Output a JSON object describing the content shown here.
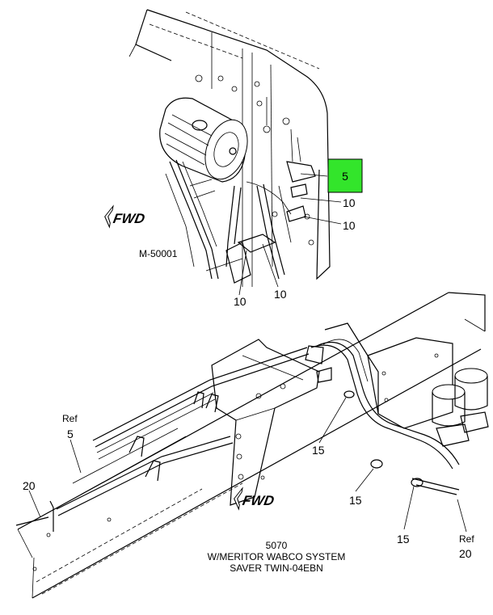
{
  "upper_view": {
    "highlight_callout": "5",
    "highlight_color": "#33e52b",
    "callouts": [
      "10",
      "10",
      "10",
      "10"
    ],
    "direction_label": "FWD",
    "view_id": "M-50001"
  },
  "lower_view": {
    "direction_label": "FWD",
    "ref_top": {
      "ref": "Ref",
      "number": "5"
    },
    "ref_bottom": {
      "ref": "Ref",
      "number": "20"
    },
    "callouts": [
      "20",
      "15",
      "15",
      "15"
    ]
  },
  "caption": {
    "line1": "5070",
    "line2": "W/MERITOR WABCO SYSTEM",
    "line3": "SAVER TWIN-04EBN"
  }
}
